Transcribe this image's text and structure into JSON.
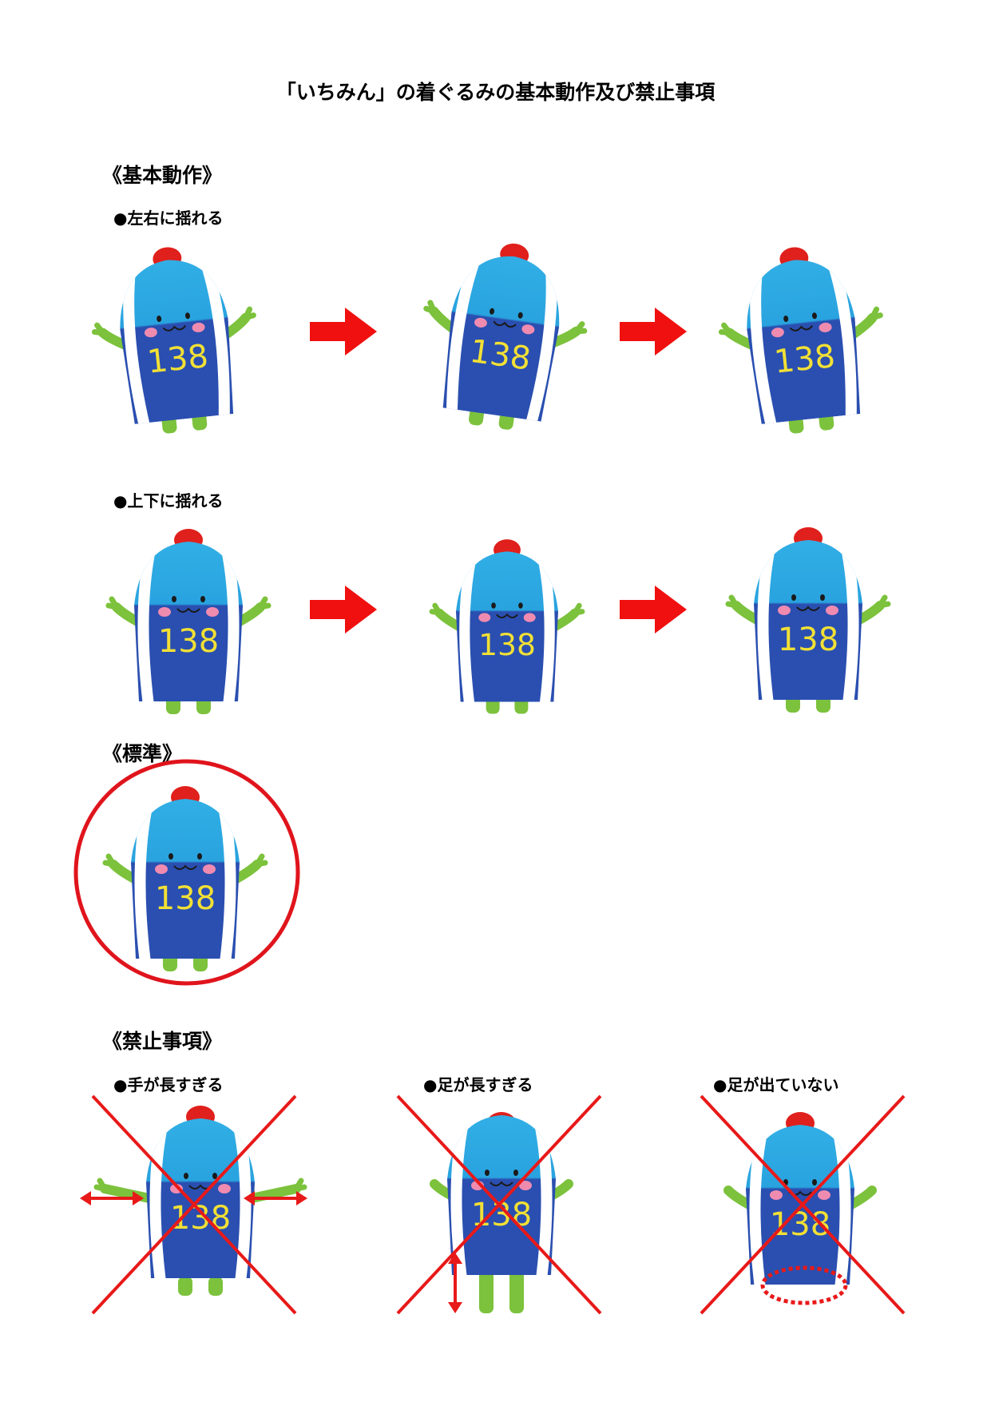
{
  "document": {
    "title": "「いちみん」の着ぐるみの基本動作及び禁止事項",
    "sections": {
      "basic": {
        "heading": "《基本動作》",
        "sway_lr": "●左右に揺れる",
        "sway_ud": "●上下に揺れる"
      },
      "standard": {
        "heading": "《標準》"
      },
      "prohibited": {
        "heading": "《禁止事項》",
        "items": [
          {
            "label": "●手が長すぎる"
          },
          {
            "label": "●足が長すぎる"
          },
          {
            "label": "●足が出ていない"
          }
        ]
      }
    },
    "mascot": {
      "number": "138",
      "colors": {
        "body_light": "#29a3df",
        "body_dark": "#2a4fb0",
        "stripe": "#ffffff",
        "head_ornament": "#e0201c",
        "limbs": "#7cc23c",
        "cheeks": "#f08bb0",
        "number": "#f2e035"
      }
    },
    "marks": {
      "arrow_color": "#f01010",
      "cross_color": "#e81919",
      "circle_color": "#e0141c"
    }
  }
}
